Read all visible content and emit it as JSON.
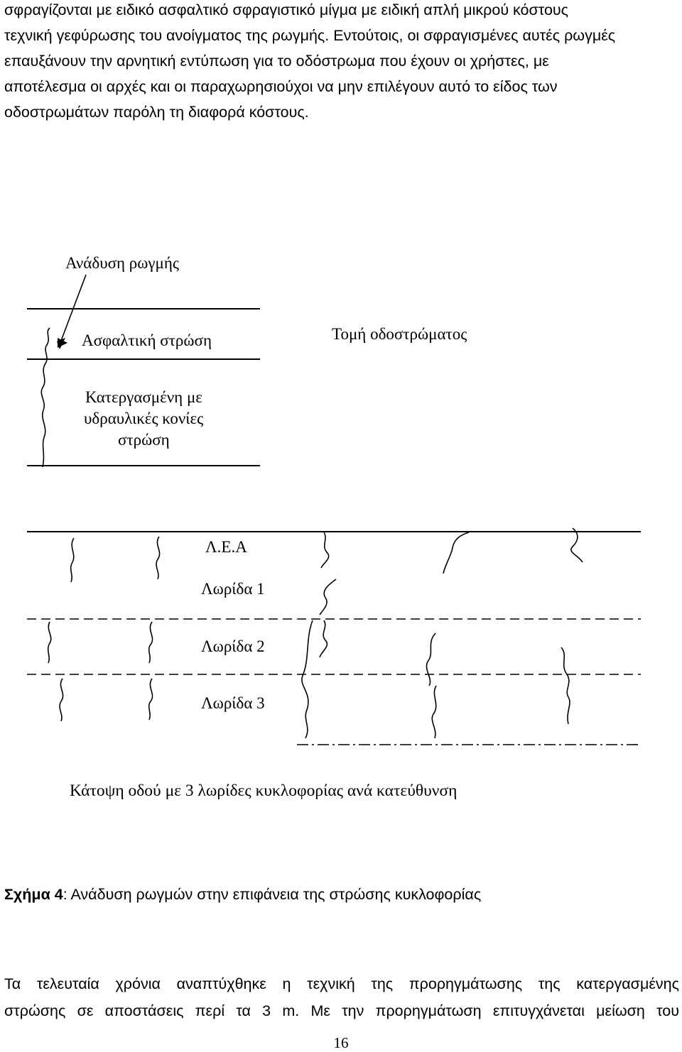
{
  "paragraph_top": [
    "σφραγίζονται με ειδικό ασφαλτικό σφραγιστικό μίγμα με ειδική απλή μικρού κόστους",
    "τεχνική γεφύρωσης του ανοίγματος της ρωγμής. Εντούτοις, οι σφραγισμένες αυτές ρωγμές",
    "επαυξάνουν την αρνητική εντύπωση για το οδόστρωμα που έχουν οι χρήστες, με",
    "αποτέλεσμα οι αρχές και  οι παραχωρησιούχοι να μην επιλέγουν αυτό το είδος των",
    "οδοστρωμάτων παρόλη τη διαφορά κόστους."
  ],
  "figure": {
    "crack_label": "Ανάδυση ρωγμής",
    "asphalt_layer": "Ασφαλτική στρώση",
    "section_title": "Τομή οδοστρώματος",
    "base_layer_line1": "Κατεργασμένη με",
    "base_layer_line2": "υδραυλικές κονίες",
    "base_layer_line3": "στρώση",
    "shoulder": "Λ.Ε.Α",
    "lane1": "Λωρίδα 1",
    "lane2": "Λωρίδα 2",
    "lane3": "Λωρίδα 3",
    "plan_title": "Κάτοψη οδού με 3 λωρίδες κυκλοφορίας ανά κατεύθυνση"
  },
  "caption": {
    "label": "Σχήμα 4",
    "text": ": Ανάδυση ρωγμών στην επιφάνεια της στρώσης κυκλοφορίας"
  },
  "paragraph_bottom": [
    "Τα τελευταία χρόνια αναπτύχθηκε η τεχνική της προρηγμάτωσης της κατεργασμένης",
    "στρώσης σε αποστάσεις περί τα 3 m. Με την προρηγμάτωση επιτυγχάνεται μείωση του"
  ],
  "page_number": "16"
}
